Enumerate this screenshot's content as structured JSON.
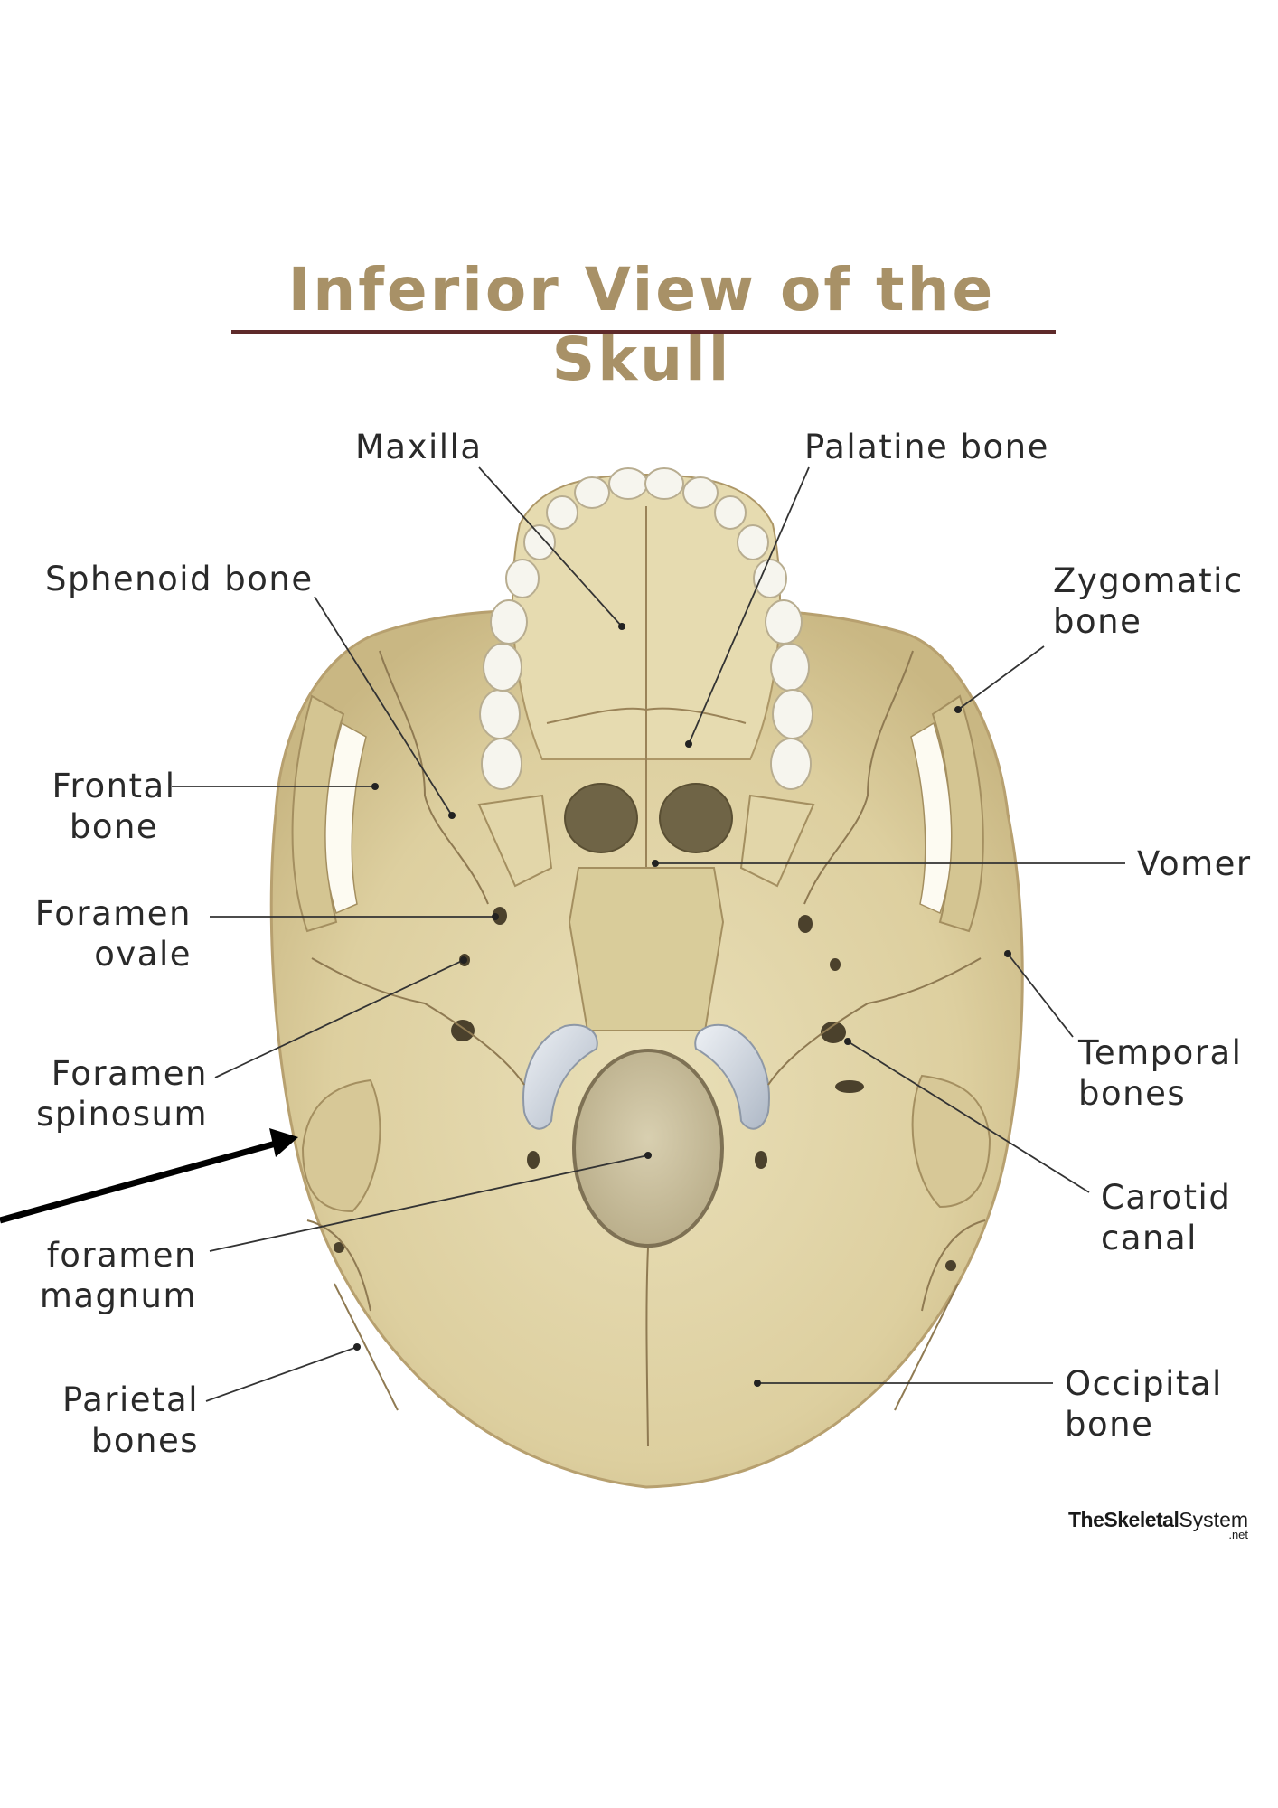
{
  "title": "Inferior View of the Skull",
  "labels": {
    "maxilla": "Maxilla",
    "palatine": "Palatine bone",
    "sphenoid": "Sphenoid bone",
    "zygomatic": [
      "Zygomatic",
      "bone"
    ],
    "frontal": [
      "Frontal",
      "bone"
    ],
    "vomer": "Vomer",
    "foramen_ovale": [
      "Foramen",
      "ovale"
    ],
    "temporal": [
      "Temporal",
      "bones"
    ],
    "foramen_spinosum": [
      "Foramen",
      "spinosum"
    ],
    "carotid": [
      "Carotid",
      "canal"
    ],
    "foramen_magnum": [
      "foramen",
      "magnum"
    ],
    "parietal": [
      "Parietal",
      "bones"
    ],
    "occipital": [
      "Occipital",
      "bone"
    ]
  },
  "watermark": {
    "bold": "TheSkeletal",
    "regular": "System",
    "tld": ".net"
  },
  "colors": {
    "title": "#a89167",
    "rule": "#5e2a2a",
    "bone": "#e3d6a8",
    "bone_shadow": "#c8b47f",
    "suture": "#8f7a52",
    "label_text": "#2a2a2a",
    "leader_line": "#333333",
    "cartilage": "#c5cdd8"
  }
}
